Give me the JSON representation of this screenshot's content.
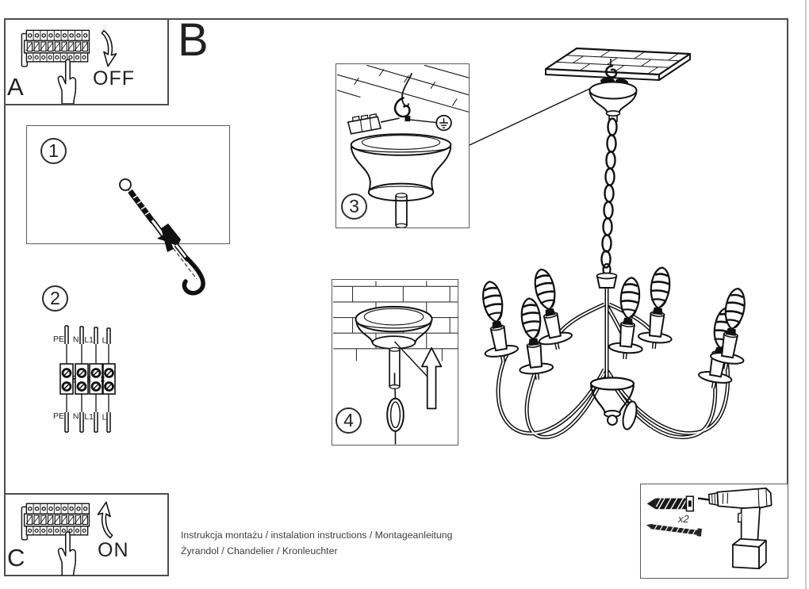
{
  "panels": {
    "a_label": "A",
    "b_label": "B",
    "c_label": "C",
    "off_text": "OFF",
    "on_text": "ON"
  },
  "steps": {
    "one": "1",
    "two": "2",
    "three": "3",
    "four": "4"
  },
  "wiring": {
    "top": [
      "PE",
      "N",
      "L1",
      "L"
    ],
    "bottom": [
      "PE",
      "N",
      "L1",
      "L"
    ]
  },
  "hardware": {
    "anchor_qty": "x2"
  },
  "footer": {
    "line1": "Instrukcja montażu / instalation instructions / Montageanleitung",
    "line2": "Żyrandol / Chandelier / Kronleuchter"
  },
  "colors": {
    "ink": "#1a1a1a",
    "frame": "#4d4d4d"
  }
}
